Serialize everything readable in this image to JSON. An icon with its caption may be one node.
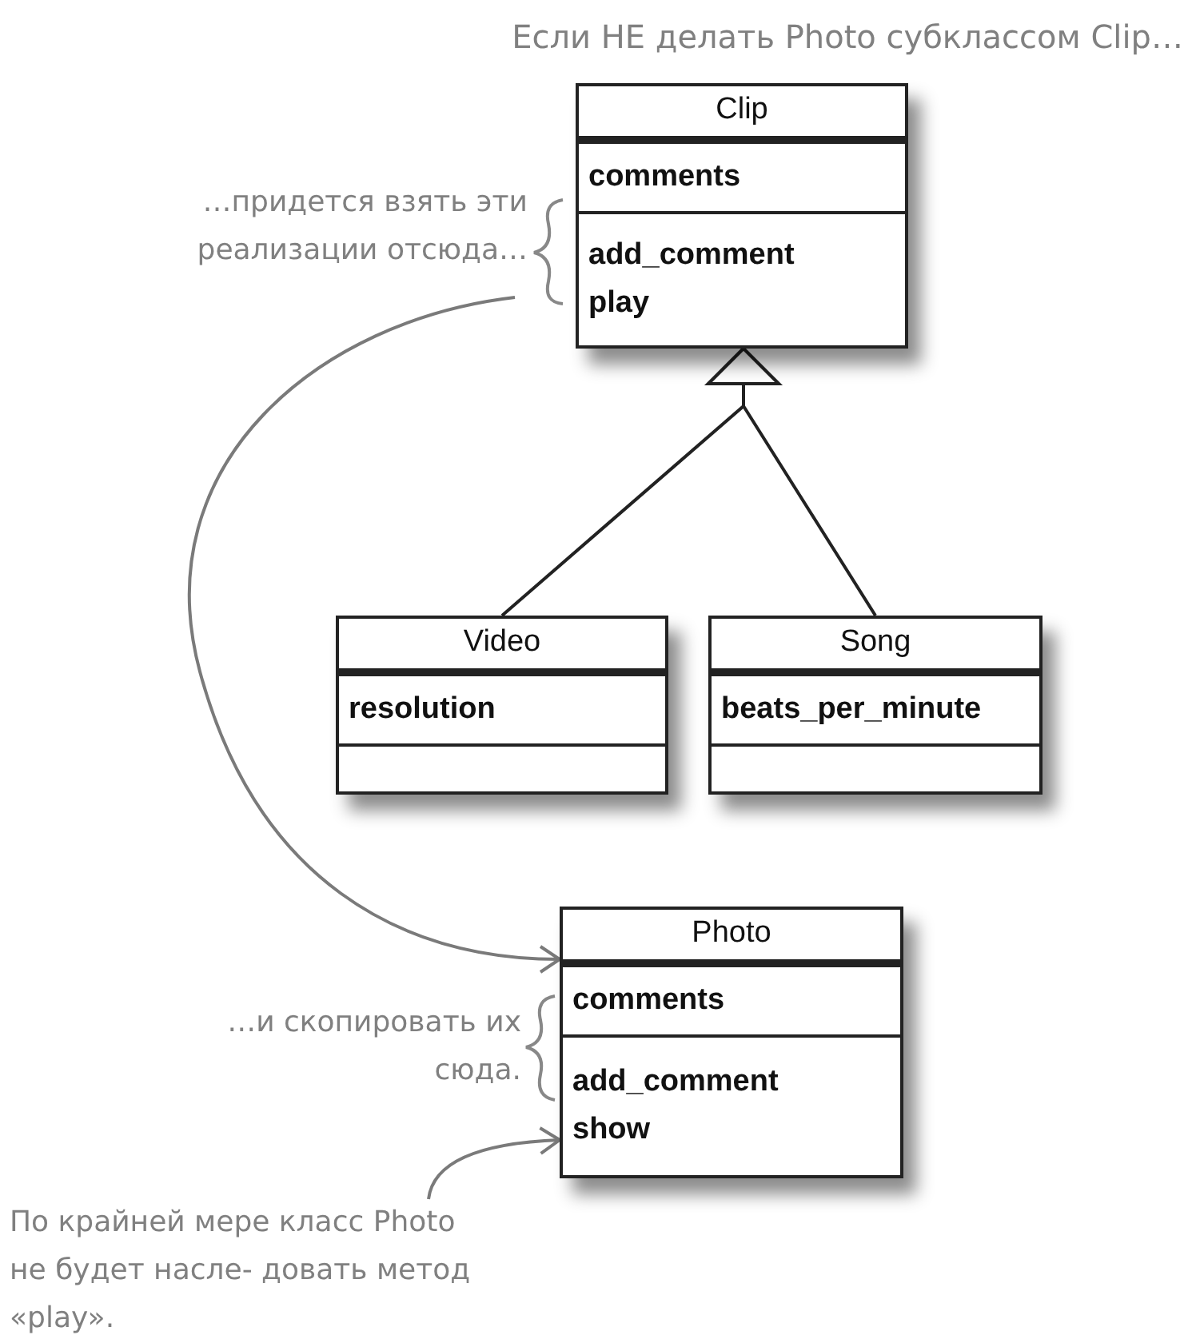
{
  "diagram": {
    "title": "Если НЕ делать Photo субклассом Clip…",
    "nodes": [
      {
        "text": [
          "Clip",
          "comments",
          "add_comment",
          "play"
        ]
      },
      {
        "text": [
          "Video",
          "resolution"
        ]
      },
      {
        "text": [
          "Song",
          "beats_per_minute"
        ]
      },
      {
        "text": [
          "Photo",
          "comments",
          "add_comment",
          "show"
        ]
      },
      {
        "text": [
          "…придется взять эти реализации отсюда…"
        ]
      },
      {
        "text": [
          "По крайней мере класс Photo не будет насле- довать метод «play»."
        ]
      }
    ],
    "edges": [
      {
        "from": 1,
        "to": 0,
        "arrow": "to"
      },
      {
        "from": 2,
        "to": 0,
        "arrow": "to"
      },
      {
        "from": 4,
        "to": 3,
        "arrow": "to",
        "color": "#7a7a7a"
      },
      {
        "from": 5,
        "to": 3,
        "arrow": "to",
        "color": "#7a7a7a"
      }
    ],
    "labels": [
      "…и скопировать их сюда."
    ]
  }
}
